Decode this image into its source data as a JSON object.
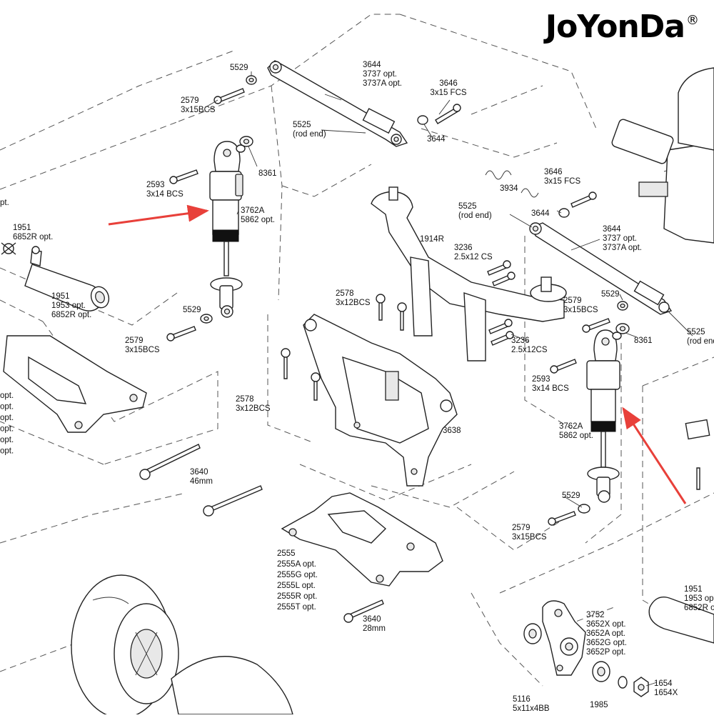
{
  "brand": {
    "name": "JoYonDa",
    "mark": "®"
  },
  "colors": {
    "arrow": "#e8403a",
    "line": "#333333",
    "dash": "#555555"
  },
  "labels": {
    "l5529a": [
      "5529"
    ],
    "l3644a": [
      "3644",
      "3737 opt.",
      "3737A opt."
    ],
    "l3646a": [
      "3646",
      "3x15 FCS"
    ],
    "l2579a": [
      "2579",
      "3x15BCS"
    ],
    "l5525a": [
      "5525",
      "(rod end)"
    ],
    "l3644b": [
      "3644"
    ],
    "l8361a": [
      "8361"
    ],
    "l2593a": [
      "2593",
      "3x14 BCS"
    ],
    "l3762a": [
      "3762A",
      "5862 opt."
    ],
    "l1951a": [
      "1951",
      "6852R opt."
    ],
    "l1951b": [
      "1951",
      "1953 opt.",
      "6852R opt."
    ],
    "l5529b": [
      "5529"
    ],
    "l2579b": [
      "2579",
      "3x15BCS"
    ],
    "lopt": [
      "opt.",
      "opt.",
      "opt.",
      "opt.",
      "opt.",
      "opt."
    ],
    "lpt": [
      "pt."
    ],
    "l2578a": [
      "2578",
      "3x12BCS"
    ],
    "l2578b": [
      "2578",
      "3x12BCS"
    ],
    "l3934": [
      "3934"
    ],
    "l3646b": [
      "3646",
      "3x15 FCS"
    ],
    "l5525b": [
      "5525",
      "(rod end)"
    ],
    "l3644c": [
      "3644"
    ],
    "l1914r": [
      "1914R"
    ],
    "l3236a": [
      "3236",
      "2.5x12 CS"
    ],
    "l3644d": [
      "3644",
      "3737 opt.",
      "3737A opt."
    ],
    "l5529c": [
      "5529"
    ],
    "l2579c": [
      "2579",
      "3x15BCS"
    ],
    "l5525c": [
      "5525",
      "(rod end"
    ],
    "l8361b": [
      "8361"
    ],
    "l3236b": [
      "3236",
      "2.5x12CS"
    ],
    "l2593b": [
      "2593",
      "3x14 BCS"
    ],
    "l3638": [
      "3638"
    ],
    "l3762b": [
      "3762A",
      "5862 opt."
    ],
    "l3640a": [
      "3640",
      "46mm"
    ],
    "l5529d": [
      "5529"
    ],
    "l2579d": [
      "2579",
      "3x15BCS"
    ],
    "l2555": [
      "2555",
      "2555A opt.",
      "2555G opt.",
      "2555L opt.",
      "2555R opt.",
      "2555T opt."
    ],
    "l3640b": [
      "3640",
      "28mm"
    ],
    "l1951c": [
      "1951",
      "1953 op",
      "6852R op"
    ],
    "l3752": [
      "3752",
      "3652X opt.",
      "3652A opt.",
      "3652G opt.",
      "3652P opt."
    ],
    "l1654": [
      "1654",
      "1654X"
    ],
    "l5116": [
      "5116",
      "5x11x4BB"
    ],
    "l1985": [
      "1985"
    ]
  }
}
